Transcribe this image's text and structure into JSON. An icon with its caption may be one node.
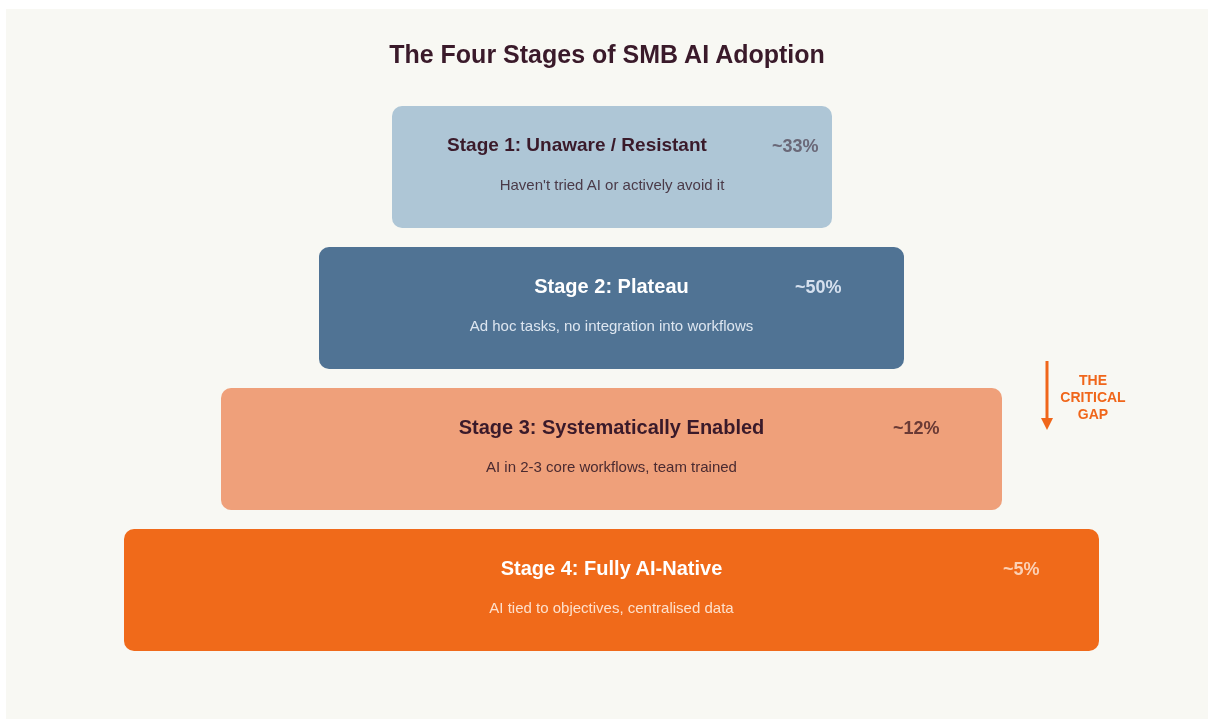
{
  "diagram": {
    "title": "The Four Stages of SMB AI Adoption",
    "nodes": [
      {
        "text": [
          "Stage 1: Unaware / Resistant",
          "Haven't tried AI or actively avoid it",
          "~33%"
        ]
      },
      {
        "text": [
          "Stage 2: Plateau",
          "Ad hoc tasks, no integration into workflows",
          "~50%"
        ]
      },
      {
        "text": [
          "Stage 3: Systematically Enabled",
          "AI in 2-3 core workflows, team trained",
          "~12%"
        ]
      },
      {
        "text": [
          "Stage 4: Fully AI-Native",
          "AI tied to objectives, centralised data",
          "~5%"
        ]
      }
    ],
    "labels": [
      "THE CRITICAL GAP"
    ]
  }
}
